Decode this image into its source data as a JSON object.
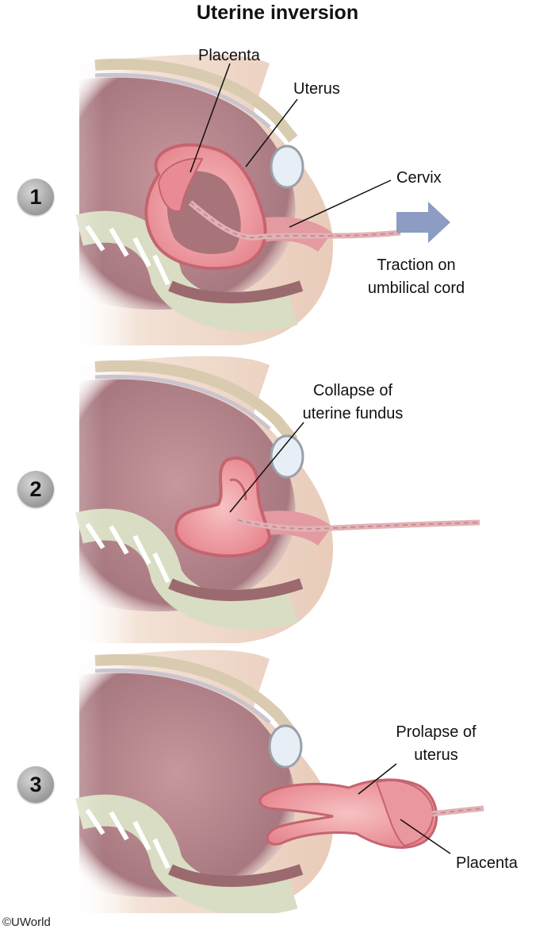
{
  "title": "Uterine inversion",
  "panels": [
    {
      "step": "1",
      "labels": {
        "placenta": "Placenta",
        "uterus": "Uterus",
        "cervix": "Cervix",
        "traction": [
          "Traction on",
          "umbilical cord"
        ]
      }
    },
    {
      "step": "2",
      "labels": {
        "collapse": [
          "Collapse of",
          "uterine fundus"
        ]
      }
    },
    {
      "step": "3",
      "labels": {
        "prolapse": [
          "Prolapse of",
          "uterus"
        ],
        "placenta": "Placenta"
      }
    }
  ],
  "copyright": "©UWorld",
  "colors": {
    "skin": "#f2e0d2",
    "abdomen": "#b9888f",
    "uterus": "#f0a3a8",
    "uterus_dark": "#d96e78",
    "bone": "#e6e9d6",
    "arrow": "#8c9cc2"
  }
}
